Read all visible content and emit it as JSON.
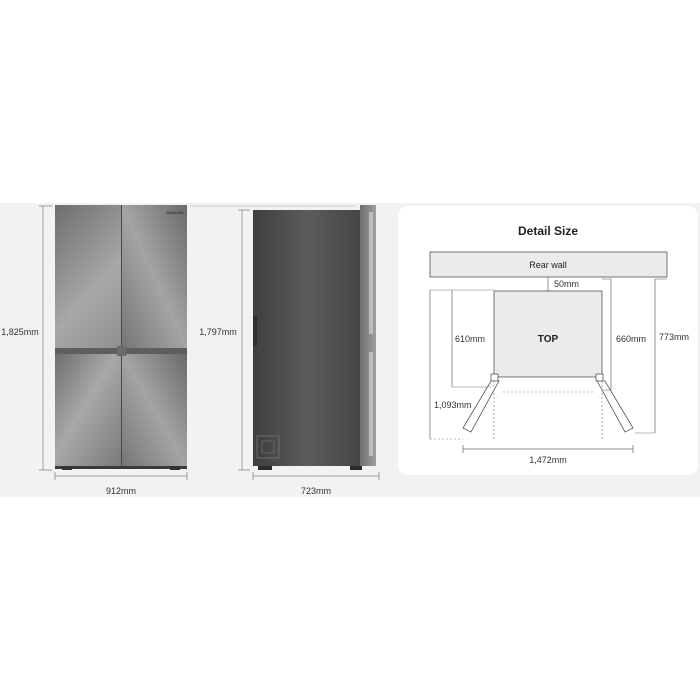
{
  "front_view": {
    "brand_logo": "SAMSUNG",
    "height_label": "1,825mm",
    "width_label": "912mm"
  },
  "side_view": {
    "height_label": "1,797mm",
    "depth_label": "723mm"
  },
  "detail": {
    "title": "Detail Size",
    "rear_wall_label": "Rear wall",
    "top_label": "TOP",
    "gap_label": "50mm",
    "depth_610": "610mm",
    "depth_660": "660mm",
    "depth_773": "773mm",
    "door_open_depth": "1,093mm",
    "door_open_width": "1,472mm"
  },
  "colors": {
    "band_background": "#f2f2f2",
    "steel": "#8a8a8a",
    "side_panel": "#555555",
    "dimension_line": "#888888"
  }
}
